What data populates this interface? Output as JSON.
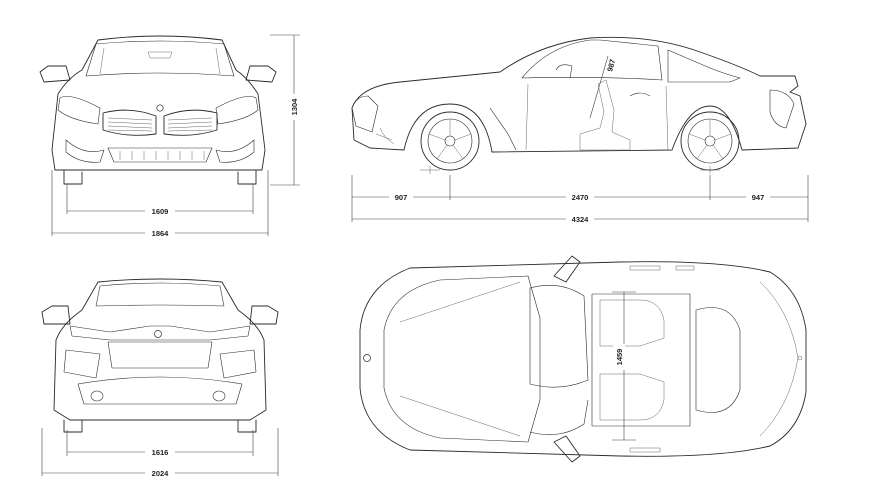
{
  "front_view": {
    "track_width": "1609",
    "overall_width": "1864",
    "height": "1304"
  },
  "side_view": {
    "front_overhang": "907",
    "wheelbase": "2470",
    "rear_overhang": "947",
    "overall_length": "4324",
    "seat_height": "987"
  },
  "rear_view": {
    "track_width": "1616",
    "width_with_mirrors": "2024"
  },
  "top_view": {
    "interior_width": "1459"
  }
}
